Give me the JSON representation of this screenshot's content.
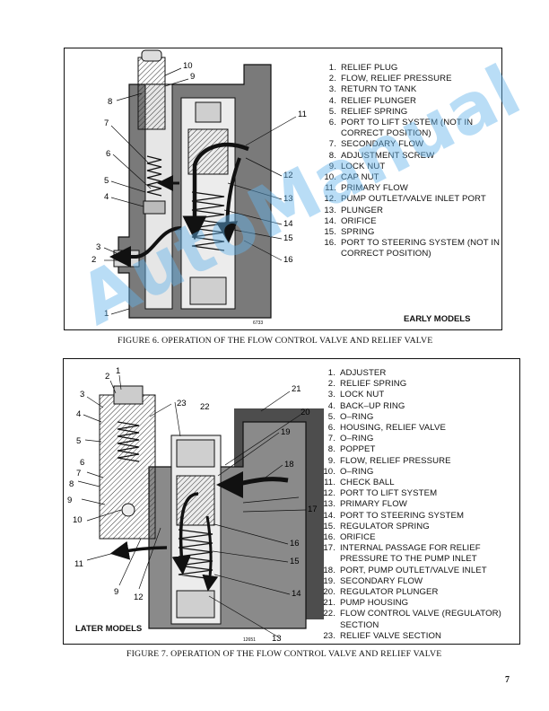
{
  "figure6": {
    "caption": "FIGURE 6. OPERATION OF THE FLOW CONTROL VALVE AND RELIEF VALVE",
    "model_label": "EARLY MODELS",
    "drawing_number": "6733",
    "callouts": [
      "1",
      "2",
      "3",
      "4",
      "5",
      "6",
      "7",
      "8",
      "9",
      "10",
      "11",
      "12",
      "13",
      "14",
      "15",
      "16"
    ],
    "legend": [
      {
        "num": "1.",
        "text": "RELIEF PLUG"
      },
      {
        "num": "2.",
        "text": "FLOW, RELIEF PRESSURE"
      },
      {
        "num": "3.",
        "text": "RETURN TO TANK"
      },
      {
        "num": "4.",
        "text": "RELIEF PLUNGER"
      },
      {
        "num": "5.",
        "text": "RELIEF SPRING"
      },
      {
        "num": "6.",
        "text": "PORT TO LIFT SYSTEM (NOT IN\nCORRECT POSITION)"
      },
      {
        "num": "7.",
        "text": "SECONDARY FLOW"
      },
      {
        "num": "8.",
        "text": "ADJUSTMENT SCREW"
      },
      {
        "num": "9.",
        "text": "LOCK NUT"
      },
      {
        "num": "10.",
        "text": "CAP NUT"
      },
      {
        "num": "11.",
        "text": "PRIMARY FLOW"
      },
      {
        "num": "12.",
        "text": "PUMP OUTLET/VALVE INLET PORT"
      },
      {
        "num": "13.",
        "text": "PLUNGER"
      },
      {
        "num": "14.",
        "text": "ORIFICE"
      },
      {
        "num": "15.",
        "text": "SPRING"
      },
      {
        "num": "16.",
        "text": "PORT TO STEERING SYSTEM (NOT IN\nCORRECT POSITION)"
      }
    ]
  },
  "figure7": {
    "caption": "FIGURE 7. OPERATION OF THE FLOW CONTROL VALVE AND RELIEF VALVE",
    "model_label": "LATER MODELS",
    "drawing_number": "12651",
    "callouts": [
      "1",
      "2",
      "3",
      "4",
      "5",
      "6",
      "7",
      "8",
      "9",
      "9",
      "10",
      "11",
      "12",
      "13",
      "14",
      "15",
      "16",
      "17",
      "18",
      "19",
      "20",
      "21",
      "22",
      "23"
    ],
    "legend": [
      {
        "num": "1.",
        "text": "ADJUSTER"
      },
      {
        "num": "2.",
        "text": "RELIEF SPRING"
      },
      {
        "num": "3.",
        "text": "LOCK NUT"
      },
      {
        "num": "4.",
        "text": "BACK–UP RING"
      },
      {
        "num": "5.",
        "text": "O–RING"
      },
      {
        "num": "6.",
        "text": "HOUSING, RELIEF VALVE"
      },
      {
        "num": "7.",
        "text": "O–RING"
      },
      {
        "num": "8.",
        "text": "POPPET"
      },
      {
        "num": "9.",
        "text": "FLOW, RELIEF PRESSURE"
      },
      {
        "num": "10.",
        "text": "O–RING"
      },
      {
        "num": "11.",
        "text": "CHECK BALL"
      },
      {
        "num": "12.",
        "text": "PORT TO LIFT SYSTEM"
      },
      {
        "num": "13.",
        "text": "PRIMARY FLOW"
      },
      {
        "num": "14.",
        "text": "PORT TO STEERING SYSTEM"
      },
      {
        "num": "15.",
        "text": "REGULATOR SPRING"
      },
      {
        "num": "16.",
        "text": "ORIFICE"
      },
      {
        "num": "17.",
        "text": "INTERNAL PASSAGE FOR RELIEF\nPRESSURE TO THE PUMP INLET"
      },
      {
        "num": "18.",
        "text": "PORT, PUMP OUTLET/VALVE INLET"
      },
      {
        "num": "19.",
        "text": "SECONDARY FLOW"
      },
      {
        "num": "20.",
        "text": "REGULATOR PLUNGER"
      },
      {
        "num": "21.",
        "text": "PUMP HOUSING"
      },
      {
        "num": "22.",
        "text": "FLOW CONTROL VALVE (REGULATOR)\nSECTION"
      },
      {
        "num": "23.",
        "text": "RELIEF VALVE SECTION"
      }
    ]
  },
  "watermark": "AutoManual",
  "page_number": "7",
  "colors": {
    "ink": "#111111",
    "housing": "#6f6f6f",
    "watermark": "#64b4eb"
  }
}
